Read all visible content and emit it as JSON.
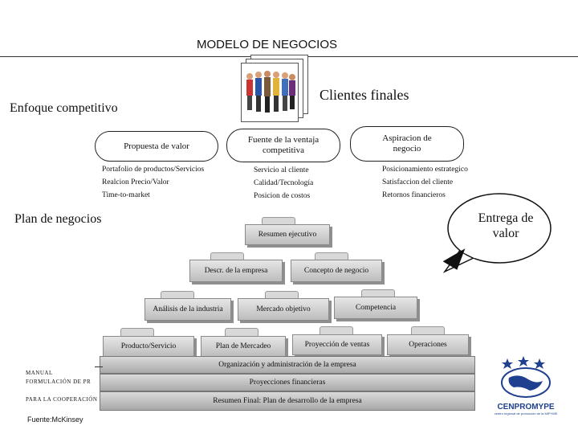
{
  "title": "MODELO DE NEGOCIOS",
  "clientes": "Clientes finales",
  "enfoque": "Enfoque competitivo",
  "columns": [
    {
      "header": "Propuesta de valor",
      "items": [
        "Portafolio de productos/Servicios",
        "Realcion Precio/Valor",
        "Time-to-market"
      ]
    },
    {
      "header": "Fuente de la ventaja competitiva",
      "items": [
        "Servicio al cliente",
        "Calidad/Tecnología",
        "Posicion de costos"
      ]
    },
    {
      "header": "Aspiracion de negocio",
      "items": [
        "Posicionamiento estrategico",
        "Satisfaccion del cliente",
        "Retornos financieros"
      ]
    }
  ],
  "plan": "Plan de negocios",
  "entrega": "Entrega de valor",
  "pyramid": {
    "row1": [
      "Resumen ejecutivo"
    ],
    "row2": [
      "Descr. de la empresa",
      "Concepto de negocio"
    ],
    "row3": [
      "Análisis de la industria",
      "Mercado objetivo",
      "Competencia"
    ],
    "row4": [
      "Producto/Servicio",
      "Plan de Mercadeo",
      "Proyección de ventas",
      "Operaciones"
    ],
    "layers": [
      "Organización y administración de la empresa",
      "Proyecciones financieras",
      "Resumen Final: Plan de desarrollo de la empresa"
    ]
  },
  "manual_line1": "MANUAL",
  "manual_line2": "FORMULACIÓN DE PR",
  "cooperacion": "PARA LA COOPERACIÓN",
  "fuente": "Fuente:McKinsey",
  "logo_text": "CENPROMYPE",
  "logo_sub": "centro regional de promoción de la MIPYME"
}
